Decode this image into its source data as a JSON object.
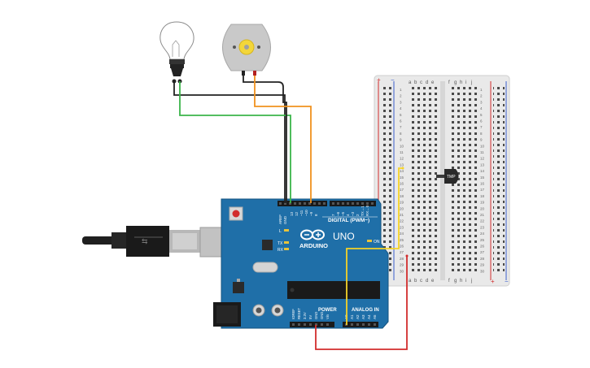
{
  "arduino": {
    "brand": "ARDUINO",
    "model": "UNO",
    "digital_label": "DIGITAL (PWM~)",
    "power_label": "POWER",
    "analog_label": "ANALOG IN",
    "on_label": "ON",
    "l_label": "L",
    "tx_label": "TX",
    "rx_label": "RX",
    "aref_label": "AREF",
    "gnd_label": "GND",
    "digital_pins": [
      "13",
      "12",
      "~11",
      "~10",
      "~9",
      "8",
      "7",
      "~6",
      "~5",
      "4",
      "~3",
      "2",
      "TX→1",
      "RX←0"
    ],
    "power_pins": [
      "IOREF",
      "RESET",
      "3.3V",
      "5V",
      "GND",
      "GND",
      "Vin"
    ],
    "analog_pins": [
      "A0",
      "A1",
      "A2",
      "A3",
      "A4",
      "A5"
    ]
  },
  "breadboard": {
    "columns_left": [
      "a",
      "b",
      "c",
      "d",
      "e"
    ],
    "columns_right": [
      "f",
      "g",
      "h",
      "i",
      "j"
    ],
    "row_numbers": [
      "1",
      "2",
      "3",
      "4",
      "5",
      "6",
      "7",
      "8",
      "9",
      "10",
      "11",
      "12",
      "13",
      "14",
      "15",
      "16",
      "17",
      "18",
      "19",
      "20",
      "21",
      "22",
      "23",
      "24",
      "25",
      "26",
      "27",
      "28",
      "29",
      "30"
    ],
    "rail_plus": "+",
    "rail_minus": "−"
  },
  "sensor": {
    "label": "TMP"
  },
  "wire_colors": {
    "black": "#222222",
    "green": "#3bb54a",
    "orange": "#f0921e",
    "yellow": "#f5d327",
    "red": "#d22d2d"
  },
  "board_color": "#1f6fa8"
}
